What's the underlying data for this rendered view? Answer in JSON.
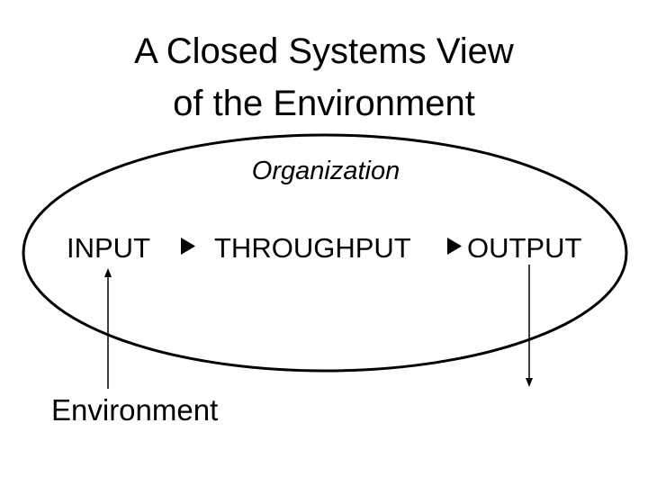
{
  "slide": {
    "title_line1": "A Closed Systems View",
    "title_line2": "of the Environment"
  },
  "diagram": {
    "organization_label": "Organization",
    "input_label": "INPUT",
    "throughput_label": "THROUGHPUT",
    "output_label": "OUTPUT",
    "environment_label": "Environment"
  },
  "colors": {
    "stroke": "#000000",
    "background": "#ffffff"
  }
}
